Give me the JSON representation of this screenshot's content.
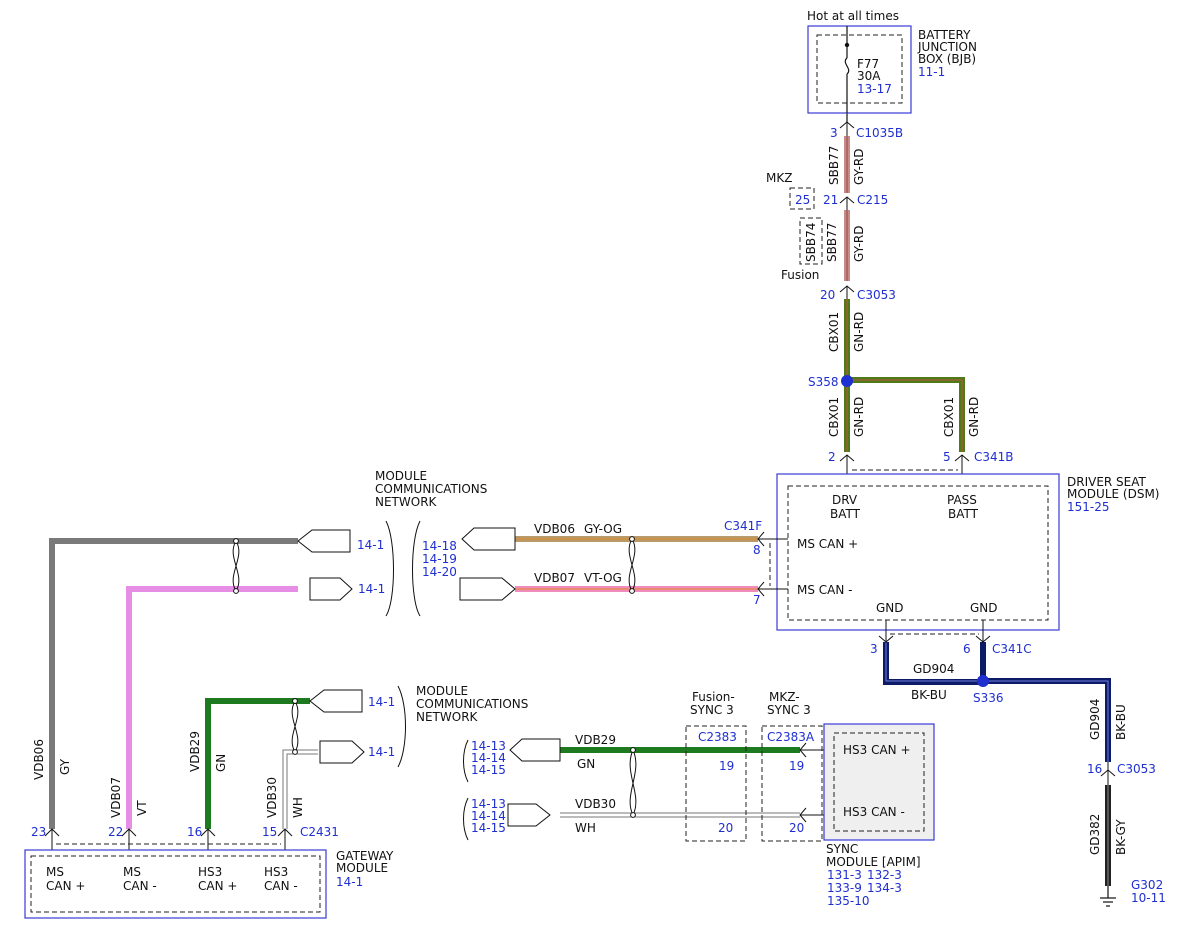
{
  "colors": {
    "label_blue": "#1f2fd0",
    "gy_rd": "#c98a8a",
    "gn_rd": "#4f7a1a",
    "gy_og": "#b89a6a",
    "vt_og": "#ef8cbb",
    "gy": "#7a7a7a",
    "vt": "#e68de6",
    "gn": "#1e7a1e",
    "wh": "#c8c8c8",
    "bk_bu": "#0d1a66",
    "bk_gy": "#222222"
  },
  "bjb": {
    "hot_label": "Hot at all times",
    "name_l1": "BATTERY",
    "name_l2": "JUNCTION",
    "name_l3": "BOX (BJB)",
    "ref": "11-1",
    "fuse_name": "F77",
    "fuse_rating": "30A",
    "fuse_ref": "13-17"
  },
  "feed": {
    "pin1": "3",
    "conn1": "C1035B",
    "wire1_circuit": "SBB77",
    "wire1_color": "GY-RD",
    "mkz": "MKZ",
    "mkz_pin": "25",
    "pin2": "21",
    "conn2": "C215",
    "fusion_alt_circuit": "SBB74",
    "fusion": "Fusion",
    "wire2_circuit": "SBB77",
    "wire2_color": "GY-RD",
    "pin3": "20",
    "conn3": "C3053",
    "wire3_circuit": "CBX01",
    "wire3_color": "GN-RD",
    "splice": "S358",
    "wire4_circuit": "CBX01",
    "wire4_color": "GN-RD",
    "wire5_circuit": "CBX01",
    "wire5_color": "GN-RD",
    "pin_drv": "2",
    "pin_pass": "5",
    "conn_dsm": "C341B"
  },
  "dsm": {
    "name_l1": "DRIVER SEAT",
    "name_l2": "MODULE (DSM)",
    "ref": "151-25",
    "drv_l1": "DRV",
    "drv_l2": "BATT",
    "pass_l1": "PASS",
    "pass_l2": "BATT",
    "ms_can_plus": "MS CAN +",
    "ms_can_minus": "MS CAN -",
    "gnd_left": "GND",
    "gnd_right": "GND",
    "can_conn": "C341F",
    "pin_plus": "8",
    "pin_minus": "7",
    "gnd_pin_left": "3",
    "gnd_pin_right": "6",
    "gnd_conn": "C341C"
  },
  "ground": {
    "circuit1": "GD904",
    "color1": "BK-BU",
    "splice": "S336",
    "circuit2": "GD904",
    "color2": "BK-BU",
    "pin": "16",
    "conn": "C3053",
    "circuit3": "GD382",
    "color3": "BK-GY",
    "point": "G302",
    "ref": "10-11"
  },
  "mcn_top": {
    "l1": "MODULE",
    "l2": "COMMUNICATIONS",
    "l3": "NETWORK",
    "left_ref1": "14-1",
    "left_ref2": "14-1",
    "right_ref_a": "14-18",
    "right_ref_b": "14-19",
    "right_ref_c": "14-20",
    "wire_plus_circuit": "VDB06",
    "wire_plus_color": "GY-OG",
    "wire_minus_circuit": "VDB07",
    "wire_minus_color": "VT-OG"
  },
  "mcn_bottom": {
    "l1": "MODULE",
    "l2": "COMMUNICATIONS",
    "l3": "NETWORK",
    "ref1": "14-1",
    "ref2": "14-1"
  },
  "gateway": {
    "name_l1": "GATEWAY",
    "name_l2": "MODULE",
    "ref": "14-1",
    "conn": "C2431",
    "p1_pin": "23",
    "p1_l1": "MS",
    "p1_l2": "CAN +",
    "p1_circuit": "VDB06",
    "p1_color": "GY",
    "p2_pin": "22",
    "p2_l1": "MS",
    "p2_l2": "CAN -",
    "p2_circuit": "VDB07",
    "p2_color": "VT",
    "p3_pin": "16",
    "p3_l1": "HS3",
    "p3_l2": "CAN +",
    "p3_circuit": "VDB29",
    "p3_color": "GN",
    "p4_pin": "15",
    "p4_l1": "HS3",
    "p4_l2": "CAN -",
    "p4_circuit": "VDB30",
    "p4_color": "WH"
  },
  "sync": {
    "name_l1": "SYNC",
    "name_l2": "MODULE [APIM]",
    "ref_a": "131-3",
    "ref_b": "132-3",
    "ref_c": "133-9",
    "ref_d": "134-3",
    "ref_e": "135-10",
    "hs3_plus": "HS3 CAN +",
    "hs3_minus": "HS3 CAN -",
    "fusion_l1": "Fusion-",
    "fusion_l2": "SYNC 3",
    "fusion_conn": "C2383",
    "fusion_pin_plus": "19",
    "fusion_pin_minus": "20",
    "mkz_l1": "MKZ-",
    "mkz_l2": "SYNC 3",
    "mkz_conn": "C2383A",
    "mkz_pin_plus": "19",
    "mkz_pin_minus": "20",
    "wire_plus_circuit": "VDB29",
    "wire_plus_color": "GN",
    "wire_minus_circuit": "VDB30",
    "wire_minus_color": "WH",
    "left_ref_plus_a": "14-13",
    "left_ref_plus_b": "14-14",
    "left_ref_plus_c": "14-15",
    "left_ref_minus_a": "14-13",
    "left_ref_minus_b": "14-14",
    "left_ref_minus_c": "14-15"
  }
}
